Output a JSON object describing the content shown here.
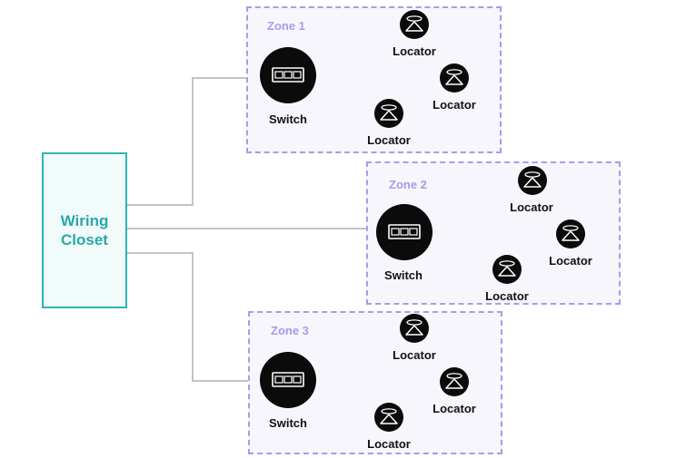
{
  "closet": {
    "line1": "Wiring",
    "line2": "Closet"
  },
  "zones": [
    {
      "label": "Zone 1",
      "switch_label": "Switch",
      "locators": [
        "Locator",
        "Locator",
        "Locator"
      ]
    },
    {
      "label": "Zone 2",
      "switch_label": "Switch",
      "locators": [
        "Locator",
        "Locator",
        "Locator"
      ]
    },
    {
      "label": "Zone 3",
      "switch_label": "Switch",
      "locators": [
        "Locator",
        "Locator",
        "Locator"
      ]
    }
  ],
  "colors": {
    "closet_border": "#2fb5b5",
    "closet_text": "#2aa7a7",
    "zone_border": "#a99bea",
    "wire": "#c4c4c4",
    "node_fill": "#0b0b0b"
  },
  "icons": {
    "switch": "ethernet-switch-icon",
    "locator": "locator-beacon-icon"
  }
}
